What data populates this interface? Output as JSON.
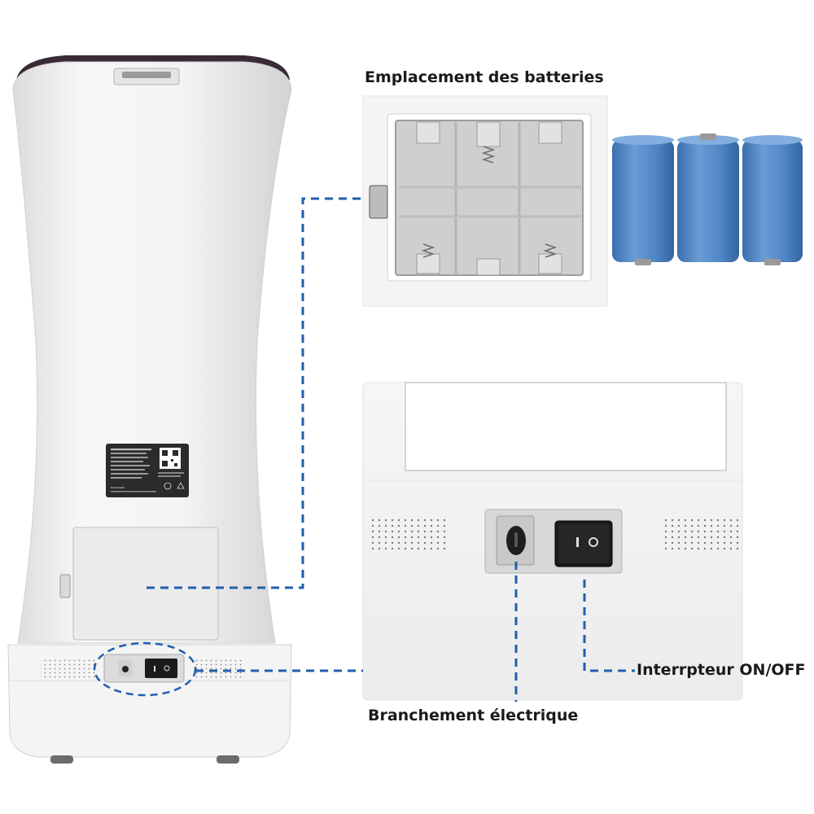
{
  "labels": {
    "battery_compartment": "Emplacement des batteries",
    "power_switch": "Interrpteur ON/OFF",
    "power_connector": "Branchement électrique"
  },
  "colors": {
    "dashed_line": "#1f5fae",
    "battery_blue": "#4f86c6",
    "device_body": "#f1f1f1",
    "switch_black": "#1b1b1b"
  },
  "sticker": {
    "brand": "Dawnmade"
  }
}
